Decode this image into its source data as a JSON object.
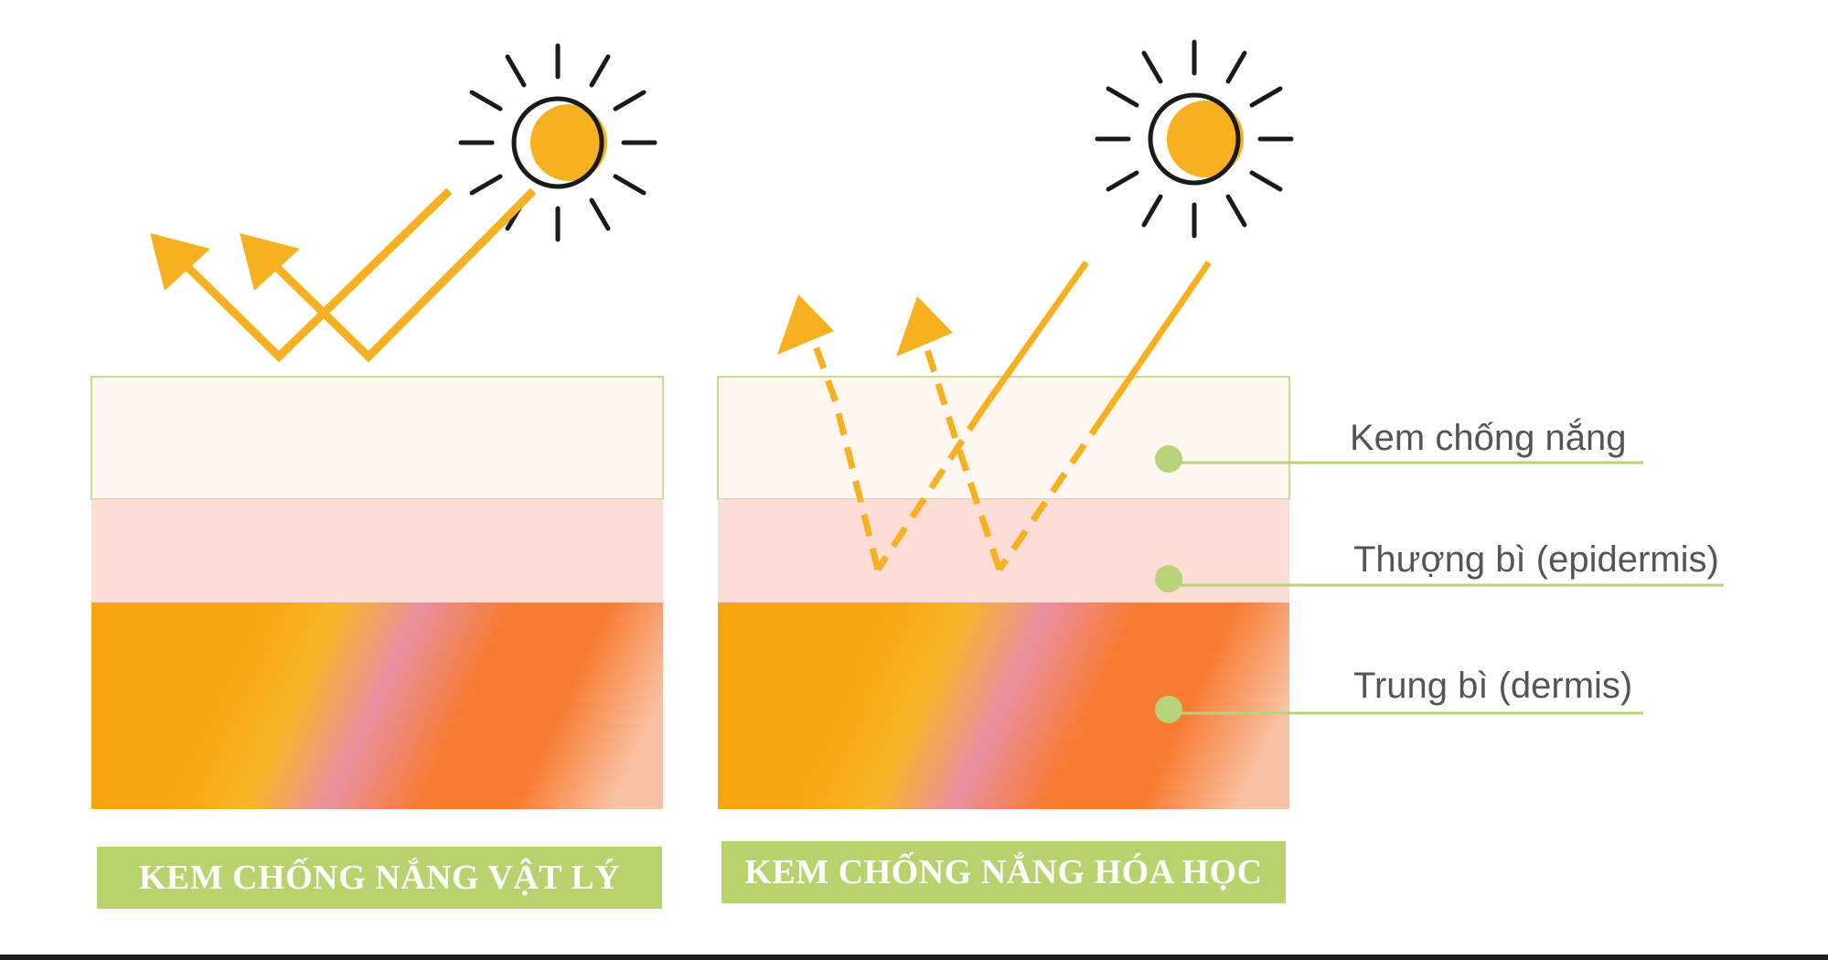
{
  "diagram": {
    "panels": [
      {
        "banner_label": "KEM CHỐNG NẮNG VẬT LÝ",
        "sun_icon": "sun-icon",
        "rays": "reflected-off-surface"
      },
      {
        "banner_label": "KEM CHỐNG NẮNG HÓA HỌC",
        "sun_icon": "sun-icon",
        "rays": "absorbed-in-layer-then-released"
      }
    ],
    "layer_labels": {
      "sunscreen": "Kem chống nắng",
      "epidermis": "Thượng bì (epidermis)",
      "dermis": "Trung bì (dermis)"
    },
    "colors": {
      "ray": "#F7B120",
      "sun_fill": "#F7B120",
      "sun_outline": "#1a1a1a",
      "sunscreen_layer": "#FEF6EF",
      "sunscreen_border": "#C7DC8E",
      "epidermis_layer": "#FDDDD6",
      "dermis_gradient": [
        "#F9A50F",
        "#F6B320",
        "#E98FA0",
        "#F77B30",
        "#F9C2A4"
      ],
      "label_accent": "#B8D37A",
      "banner_bg": "#B8D36E",
      "label_text": "#555555"
    }
  }
}
